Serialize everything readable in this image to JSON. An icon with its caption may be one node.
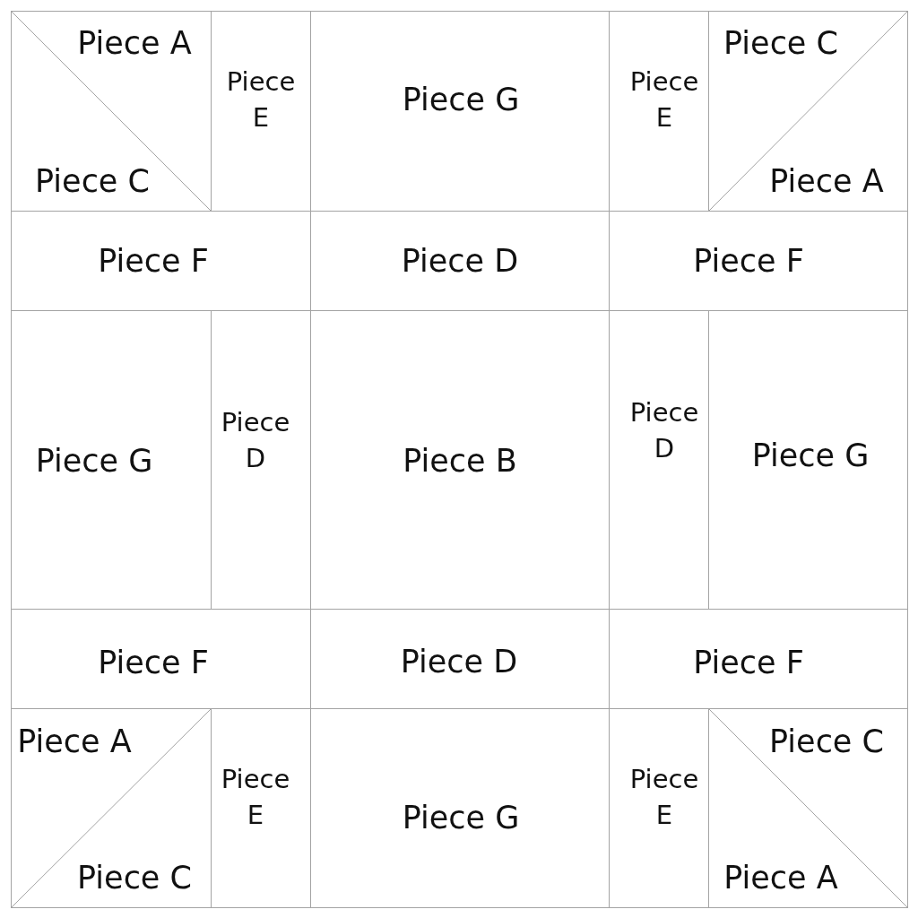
{
  "diagram": {
    "nodes": [
      {
        "text": [
          "Piece A"
        ]
      },
      {
        "text": [
          "Piece C"
        ]
      },
      {
        "text": [
          "Piece E"
        ]
      },
      {
        "text": [
          "Piece G"
        ]
      },
      {
        "text": [
          "Piece E"
        ]
      },
      {
        "text": [
          "Piece C"
        ]
      },
      {
        "text": [
          "Piece A"
        ]
      },
      {
        "text": [
          "Piece F"
        ]
      },
      {
        "text": [
          "Piece D"
        ]
      },
      {
        "text": [
          "Piece F"
        ]
      },
      {
        "text": [
          "Piece G"
        ]
      },
      {
        "text": [
          "Piece D"
        ]
      },
      {
        "text": [
          "Piece B"
        ]
      },
      {
        "text": [
          "Piece D"
        ]
      },
      {
        "text": [
          "Piece G"
        ]
      },
      {
        "text": [
          "Piece F"
        ]
      },
      {
        "text": [
          "Piece D"
        ]
      },
      {
        "text": [
          "Piece F"
        ]
      },
      {
        "text": [
          "Piece A"
        ]
      },
      {
        "text": [
          "Piece C"
        ]
      },
      {
        "text": [
          "Piece E"
        ]
      },
      {
        "text": [
          "Piece G"
        ]
      },
      {
        "text": [
          "Piece E"
        ]
      },
      {
        "text": [
          "Piece C"
        ]
      },
      {
        "text": [
          "Piece A"
        ]
      }
    ]
  }
}
